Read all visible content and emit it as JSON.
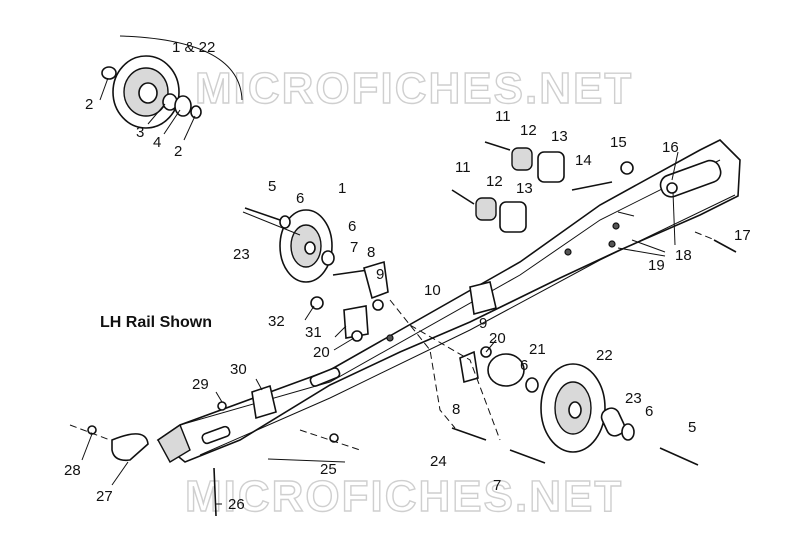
{
  "diagram": {
    "caption": "LH Rail Shown",
    "watermarks": [
      "MICROFICHES.NET",
      "MICROFICHES.NET"
    ],
    "callouts": [
      "1 & 22",
      "2",
      "3",
      "4",
      "2",
      "11",
      "12",
      "13",
      "15",
      "16",
      "14",
      "11",
      "12",
      "13",
      "5",
      "6",
      "1",
      "6",
      "23",
      "7",
      "8",
      "9",
      "17",
      "19",
      "18",
      "10",
      "32",
      "9",
      "31",
      "20",
      "20",
      "21",
      "22",
      "6",
      "30",
      "29",
      "8",
      "23",
      "6",
      "5",
      "24",
      "28",
      "27",
      "25",
      "7",
      "26"
    ]
  }
}
